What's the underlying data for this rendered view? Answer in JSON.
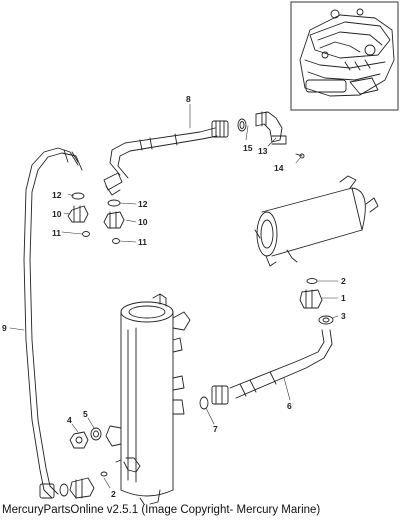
{
  "diagram": {
    "callouts": [
      {
        "id": "c8",
        "label": "8"
      },
      {
        "id": "c15",
        "label": "15"
      },
      {
        "id": "c13",
        "label": "13"
      },
      {
        "id": "c14",
        "label": "14"
      },
      {
        "id": "c12a",
        "label": "12"
      },
      {
        "id": "c12b",
        "label": "12"
      },
      {
        "id": "c10a",
        "label": "10"
      },
      {
        "id": "c10b",
        "label": "10"
      },
      {
        "id": "c11a",
        "label": "11"
      },
      {
        "id": "c11b",
        "label": "11"
      },
      {
        "id": "c9",
        "label": "9"
      },
      {
        "id": "c2a",
        "label": "2"
      },
      {
        "id": "c1",
        "label": "1"
      },
      {
        "id": "c3",
        "label": "3"
      },
      {
        "id": "c6",
        "label": "6"
      },
      {
        "id": "c7",
        "label": "7"
      },
      {
        "id": "c4",
        "label": "4"
      },
      {
        "id": "c5",
        "label": "5"
      },
      {
        "id": "c2b",
        "label": "2"
      }
    ]
  },
  "footer": {
    "copyright": "MercuryPartsOnline v2.5.1 (Image Copyright- Mercury Marine)"
  }
}
